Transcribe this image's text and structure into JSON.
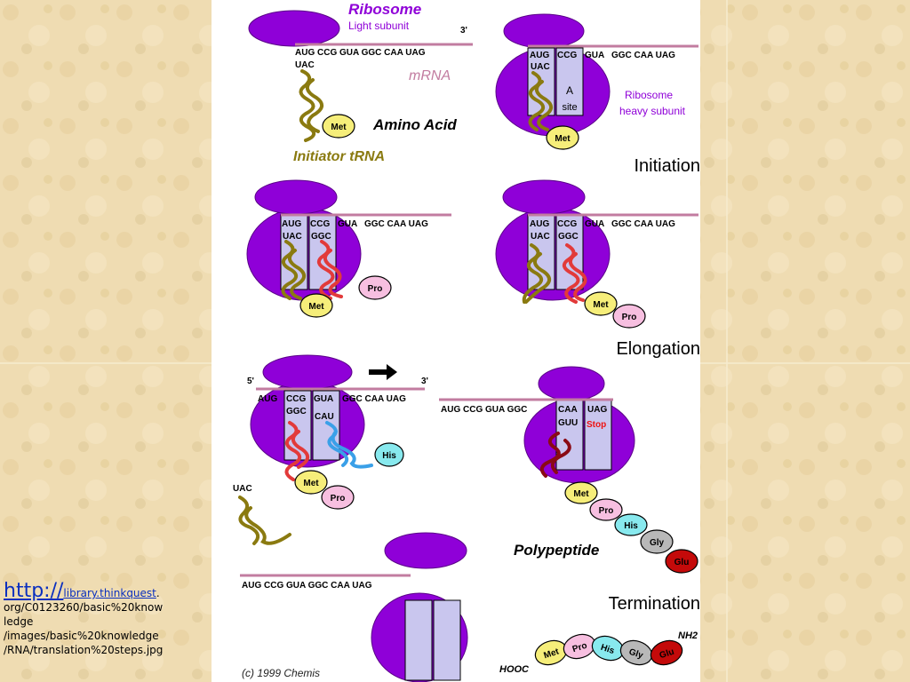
{
  "colors": {
    "parchment": "#efdcb2",
    "parchment_dark": "#dcc593",
    "panel_bg": "#ffffff",
    "ribosome": "#8f00d8",
    "ribosome_stroke": "#5a0088",
    "mrna": "#c27ca0",
    "site_fill": "#c9c6ee",
    "trna_olive": "#8a7a10",
    "trna_red": "#e23a3a",
    "trna_blue": "#3aa0e8",
    "trna_darkred": "#8a0a14",
    "met": "#f6ee7a",
    "pro": "#f7bfe0",
    "his": "#88e9ee",
    "gly": "#b8b8b8",
    "glu": "#c40a0a",
    "link": "#0a2fbf"
  },
  "labels": {
    "ribosome": "Ribosome",
    "light_subunit": "Light subunit",
    "three_prime": "3'",
    "five_prime": "5'",
    "mrna": "mRNA",
    "amino_acid": "Amino Acid",
    "initiator_trna": "Initiator tRNA",
    "ribosome_heavy_1": "Ribosome",
    "ribosome_heavy_2": "heavy subunit",
    "a_site_1": "A",
    "a_site_2": "site",
    "initiation": "Initiation",
    "elongation": "Elongation",
    "polypeptide": "Polypeptide",
    "termination": "Termination",
    "copyright": "(c) 1999 Chemis",
    "hooc": "HOOC",
    "nh2": "NH2"
  },
  "mrna": {
    "seq_full": "AUG CCG GUA GGC CAA UAG",
    "seq_rest": "GGC CAA UAG",
    "seq_rest_short": "CAA UAG",
    "seq_term": "AUG CCG GUA GGC",
    "codon1": "AUG",
    "codon2": "CCG",
    "codon3": "GUA",
    "codon5": "CAA",
    "codon6": "UAG"
  },
  "anticodons": {
    "uac": "UAC",
    "ggc": "GGC",
    "cau": "CAU",
    "guu": "GUU",
    "stop": "Stop"
  },
  "amino_acids": {
    "met": "Met",
    "pro": "Pro",
    "his": "His",
    "gly": "Gly",
    "glu": "Glu"
  },
  "link": {
    "prefix": "http://",
    "host": "library.thinkquest",
    "line1_tail": ".",
    "line2": "org/C0123260/basic%20know",
    "line3": "ledge",
    "line4": "/images/basic%20knowledge",
    "line5": "/RNA/translation%20steps.jpg"
  }
}
